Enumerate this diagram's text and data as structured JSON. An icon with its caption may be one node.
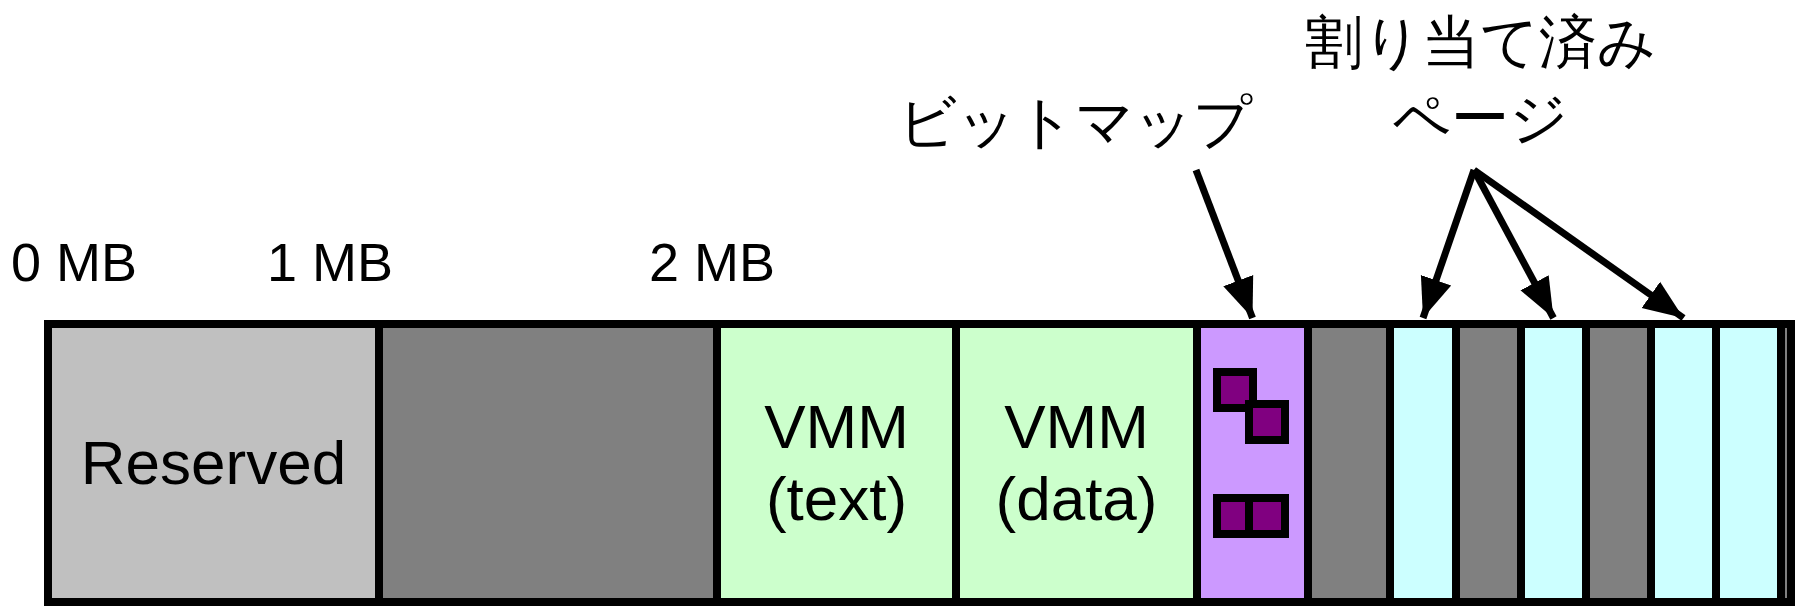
{
  "diagram": {
    "nodes": [
      {
        "text": [
          "割り当て済みページ"
        ]
      },
      {
        "text": [
          "ビットマップ"
        ]
      },
      {
        "text": [
          "Reserved"
        ]
      },
      {
        "text": [],
        "shape": "box"
      },
      {
        "text": [
          "VMM (text)"
        ]
      },
      {
        "text": [
          "VMM (data)"
        ]
      },
      {
        "text": [],
        "shape": "box"
      },
      {
        "text": [],
        "shape": "box"
      },
      {
        "text": [],
        "shape": "box"
      },
      {
        "text": [],
        "shape": "box"
      },
      {
        "text": [],
        "shape": "box"
      },
      {
        "text": [],
        "shape": "box"
      },
      {
        "text": [],
        "shape": "box"
      },
      {
        "text": [],
        "shape": "box"
      },
      {
        "text": [],
        "shape": "box"
      }
    ],
    "edges": [
      {
        "from": 1,
        "to": 6,
        "arrow": "to"
      },
      {
        "from": 0,
        "to": 8,
        "arrow": "to"
      },
      {
        "from": 0,
        "to": 10,
        "arrow": "to"
      },
      {
        "from": 0,
        "to": 12,
        "arrow": "to"
      }
    ],
    "labels": [
      "0 MB",
      "1 MB",
      "2 MB"
    ]
  }
}
